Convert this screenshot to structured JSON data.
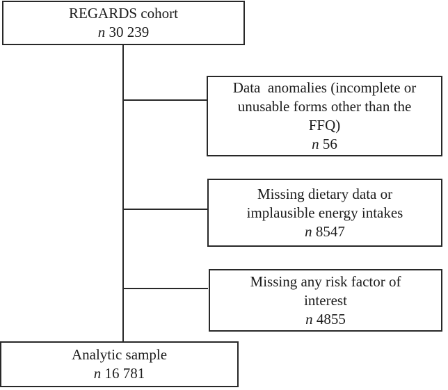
{
  "figure": {
    "type": "flow-diagram",
    "colors": {
      "line": "#282828",
      "text": "#1c1c1c",
      "background": "#ffffff"
    }
  },
  "boxes": {
    "cohort": {
      "line1": "REGARDS cohort",
      "n": "n",
      "count": "30 239"
    },
    "exclusion1": {
      "line1": "Data anomalies (incomplete or",
      "line2": "unusable forms other than the",
      "line3": "FFQ)",
      "n": "n",
      "count": "56"
    },
    "exclusion2": {
      "line1": "Missing dietary data or",
      "line2": "implausible energy intakes",
      "n": "n",
      "count": "8547"
    },
    "exclusion3": {
      "line1": "Missing any risk factor of",
      "line2": "interest",
      "n": "n",
      "count": "4855"
    },
    "analytic": {
      "line1": "Analytic sample",
      "n": "n",
      "count": "16 781"
    }
  }
}
